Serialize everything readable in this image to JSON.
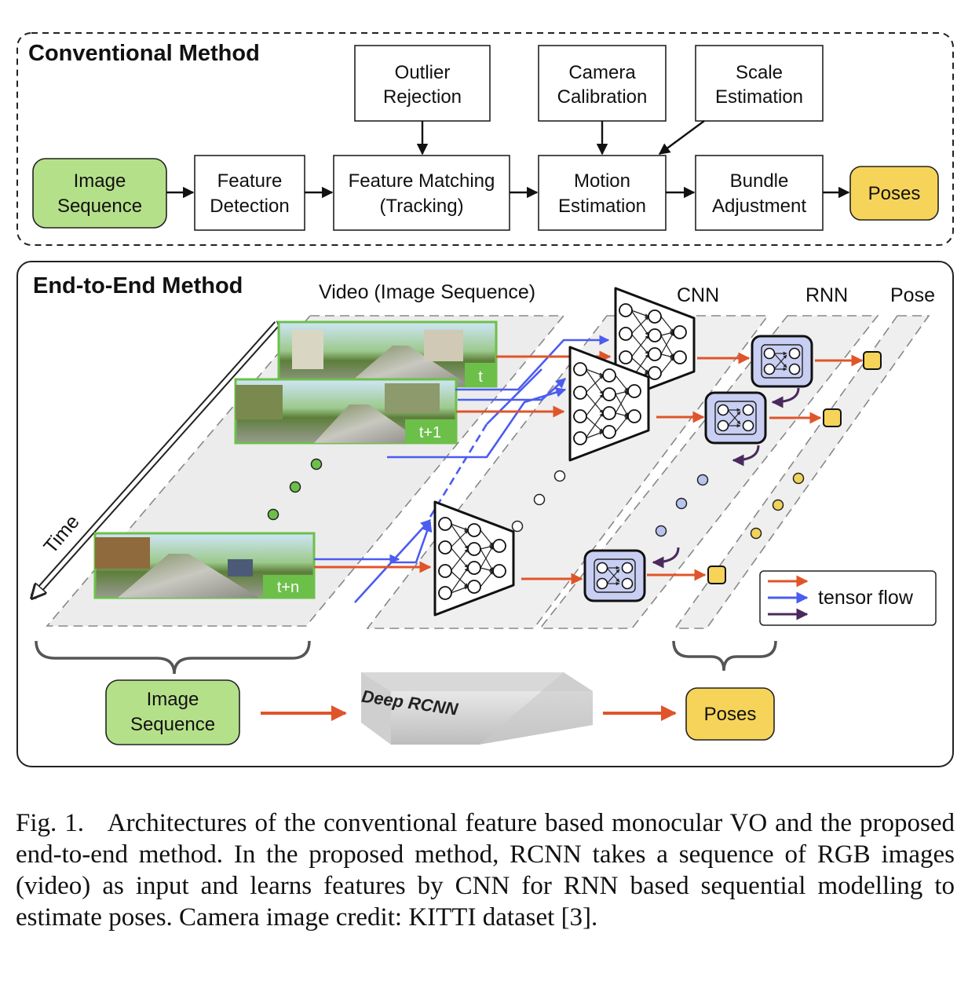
{
  "conventional": {
    "title": "Conventional Method",
    "image_sequence": [
      "Image",
      "Sequence"
    ],
    "feature_detection": [
      "Feature",
      "Detection"
    ],
    "feature_matching": [
      "Feature Matching",
      "(Tracking)"
    ],
    "outlier_rejection": [
      "Outlier",
      "Rejection"
    ],
    "camera_calibration": [
      "Camera",
      "Calibration"
    ],
    "scale_estimation": [
      "Scale",
      "Estimation"
    ],
    "motion_estimation": [
      "Motion",
      "Estimation"
    ],
    "bundle_adjustment": [
      "Bundle",
      "Adjustment"
    ],
    "poses": "Poses"
  },
  "end_to_end": {
    "title": "End-to-End Method",
    "video_label": "Video (Image Sequence)",
    "cnn_label": "CNN",
    "rnn_label": "RNN",
    "pose_label": "Pose",
    "time_label": "Time",
    "frame_labels": [
      "t",
      "t+1",
      "t+n"
    ],
    "legend_label": "tensor flow",
    "image_sequence": [
      "Image",
      "Sequence"
    ],
    "deep_rcnn": "Deep RCNN",
    "poses": "Poses"
  },
  "colors": {
    "image_sequence_fill": "#b5e08a",
    "poses_fill": "#f6d45a",
    "rnn_fill": "#c9cff3",
    "arrow_orange": "#e0542a",
    "arrow_blue": "#4b5cf0",
    "arrow_purple": "#4a2a5c",
    "dot_green": "#6cc04a",
    "dot_blue": "#b8c4ee",
    "dot_yellow": "#f2d35a"
  },
  "caption": {
    "fig": "Fig. 1.",
    "text": "Architectures of the conventional feature based monocular VO and the proposed end-to-end method. In the proposed method, RCNN takes a sequence of RGB images (video) as input and learns features by CNN for RNN based sequential modelling to estimate poses. Camera image credit: KITTI dataset [3]."
  }
}
